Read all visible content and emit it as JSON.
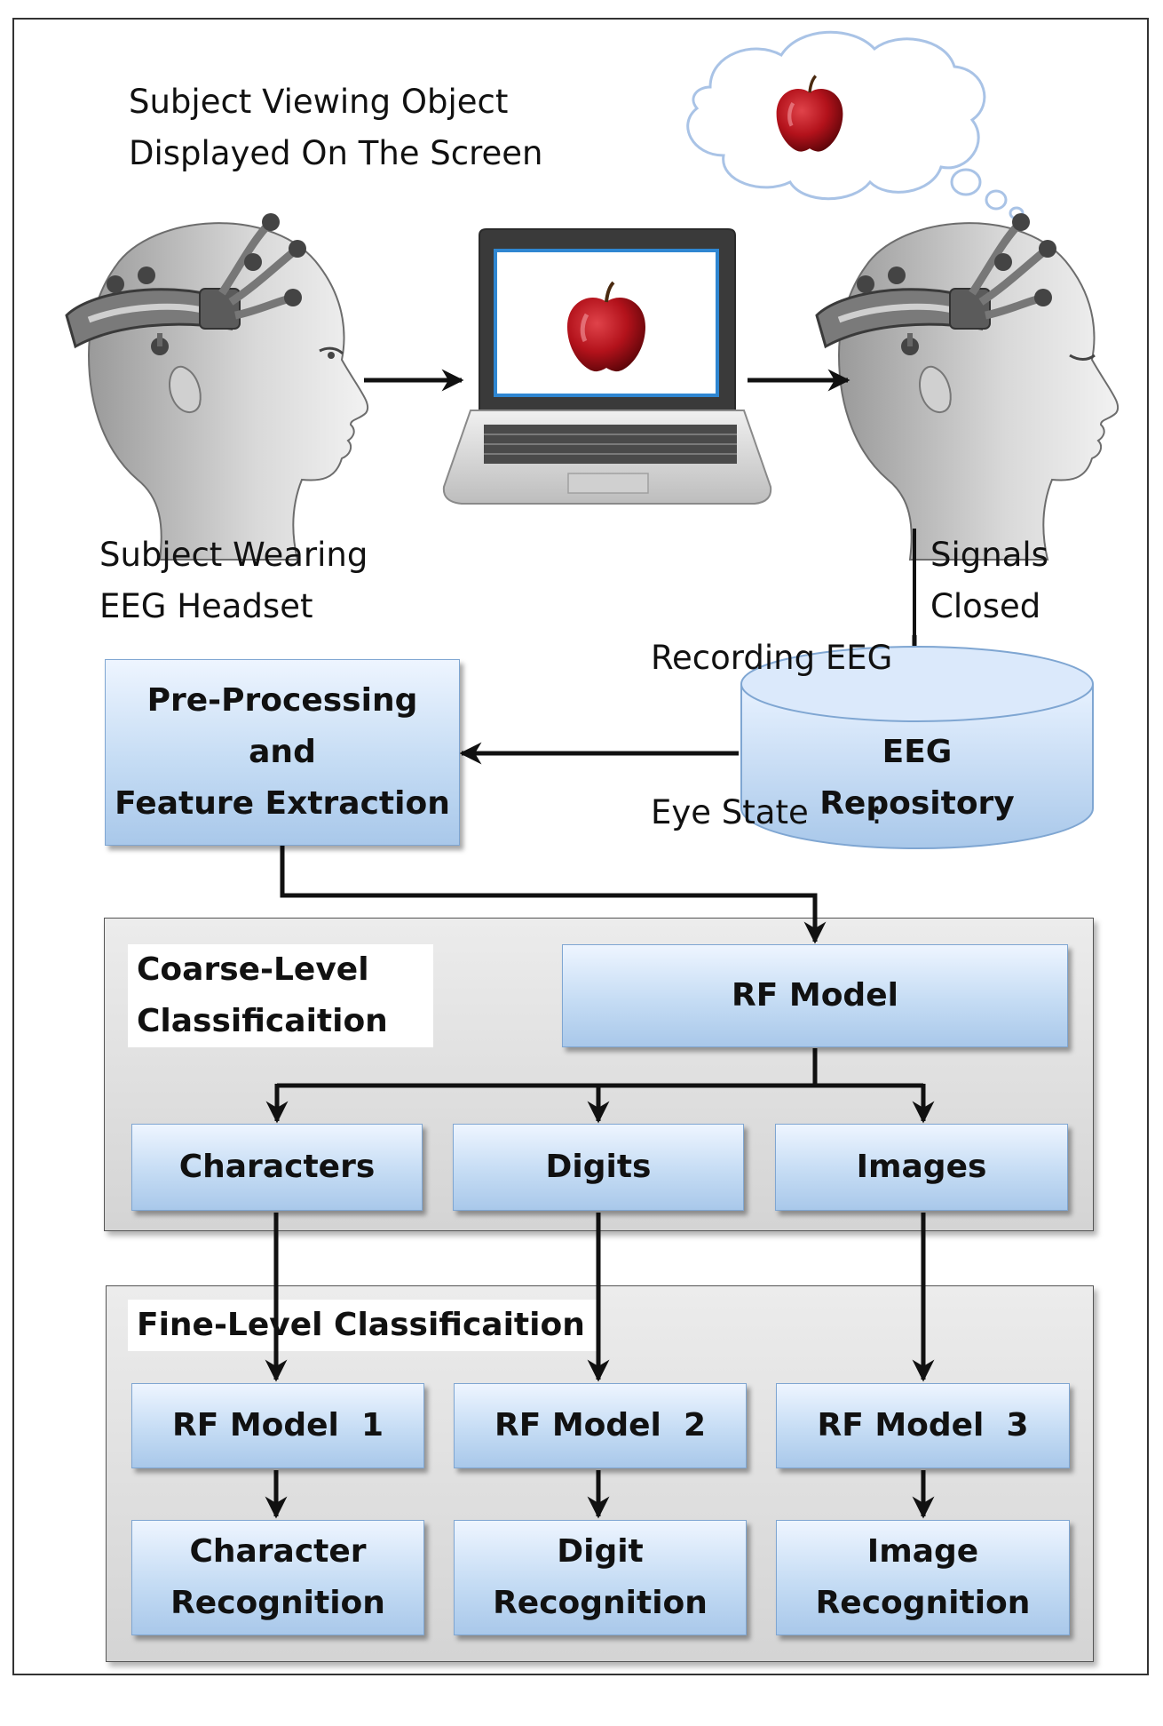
{
  "captions": {
    "viewing": [
      "Subject Viewing Object",
      "Displayed On The Screen"
    ],
    "wearing": [
      "Subject Wearing",
      "EEG Headset"
    ],
    "recording_left": [
      "Recording EEG",
      "Eye State      :"
    ],
    "recording_right": [
      "Signals",
      "Closed"
    ]
  },
  "boxes": {
    "preprocessing": [
      "Pre-Processing",
      "and",
      "Feature Extraction"
    ],
    "repository": [
      "EEG",
      "Repository"
    ],
    "rf_model": "RF Model",
    "characters": "Characters",
    "digits": "Digits",
    "images": "Images",
    "rf_model_1": "RF Model  1",
    "rf_model_2": "RF Model  2",
    "rf_model_3": "RF Model  3",
    "character_recognition": [
      "Character",
      "Recognition"
    ],
    "digit_recognition": [
      "Digit",
      "Recognition"
    ],
    "image_recognition": [
      "Image",
      "Recognition"
    ]
  },
  "panels": {
    "coarse": [
      "Coarse-Level",
      "Classificaition"
    ],
    "fine": "Fine-Level Classificaition"
  },
  "colors": {
    "box_top": "#eef5ff",
    "box_bottom": "#a9c8ea",
    "box_border": "#7fa6d2",
    "panel": "#dcdcdc",
    "apple": "#b3121b",
    "screen_border": "#2f86d1"
  },
  "icons": [
    "eeg-headset-head-icon",
    "laptop-icon",
    "apple-icon",
    "thought-cloud-icon"
  ]
}
